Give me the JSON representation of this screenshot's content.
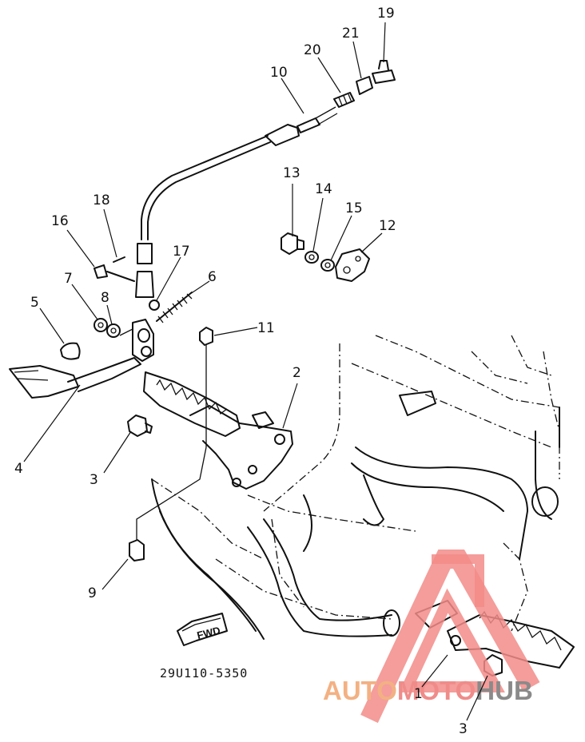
{
  "callouts": [
    {
      "id": "1",
      "text": "1"
    },
    {
      "id": "2",
      "text": "2"
    },
    {
      "id": "3a",
      "text": "3"
    },
    {
      "id": "3b",
      "text": "3"
    },
    {
      "id": "4",
      "text": "4"
    },
    {
      "id": "5",
      "text": "5"
    },
    {
      "id": "6",
      "text": "6"
    },
    {
      "id": "7",
      "text": "7"
    },
    {
      "id": "8",
      "text": "8"
    },
    {
      "id": "9",
      "text": "9"
    },
    {
      "id": "10",
      "text": "10"
    },
    {
      "id": "11",
      "text": "11"
    },
    {
      "id": "12",
      "text": "12"
    },
    {
      "id": "13",
      "text": "13"
    },
    {
      "id": "14",
      "text": "14"
    },
    {
      "id": "15",
      "text": "15"
    },
    {
      "id": "16",
      "text": "16"
    },
    {
      "id": "17",
      "text": "17"
    },
    {
      "id": "18",
      "text": "18"
    },
    {
      "id": "19",
      "text": "19"
    },
    {
      "id": "20",
      "text": "20"
    },
    {
      "id": "21",
      "text": "21"
    }
  ],
  "fwd_label": "FWD",
  "drawing_code": "29U110-5350",
  "watermark": {
    "part1": "AUTO",
    "part2": "MOTO",
    "part3": "HUB",
    "color_auto": "#f3b183",
    "color_moto": "#ef8c8a",
    "color_hub": "#8a8a8a"
  }
}
